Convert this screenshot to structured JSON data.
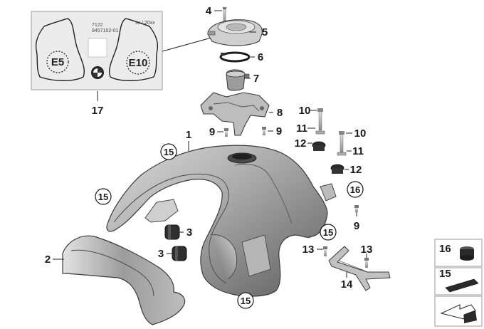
{
  "label_sticker": {
    "code_top": "7122",
    "code_bottom": "9457102-01",
    "date_text": "xx / 20xx",
    "left_badge": "E5",
    "right_badge": "E10"
  },
  "callouts": {
    "c1": "1",
    "c2": "2",
    "c3a": "3",
    "c3b": "3",
    "c4": "4",
    "c5": "5",
    "c6": "6",
    "c7": "7",
    "c8": "8",
    "c9a": "9",
    "c9b": "9",
    "c9c": "9",
    "c10a": "10",
    "c10b": "10",
    "c11a": "11",
    "c11b": "11",
    "c12a": "12",
    "c12b": "12",
    "c13a": "13",
    "c13b": "13",
    "c14": "14",
    "c17": "17"
  },
  "circled": {
    "k15a": "15",
    "k15b": "15",
    "k15c": "15",
    "k15d": "15",
    "k16": "16"
  },
  "legend": {
    "item_top": "16",
    "item_mid": "15"
  },
  "colors": {
    "tank_light": "#c9c9c9",
    "tank_dark": "#6d6d6d",
    "sticker_bg": "#ececec",
    "legend_border": "#9a9a9a"
  }
}
